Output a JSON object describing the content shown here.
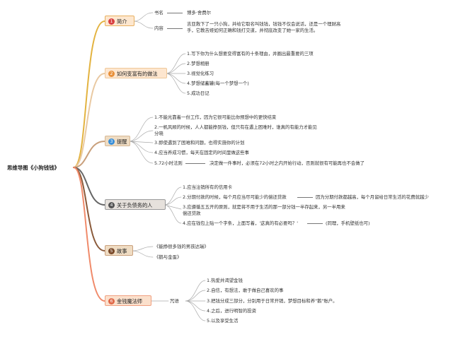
{
  "root": {
    "label": "思维导图《小狗钱钱》"
  },
  "branches": [
    {
      "label": "简介",
      "color": "#d94141",
      "fill": "#fde7cf",
      "items": [
        {
          "label": "书名",
          "value": "博多·舍费尔"
        },
        {
          "label": "内容",
          "value": "吉亚救下了一只小狗，并给它取名叫钱钱，钱钱不仅会说话，还是一个理财高手，它教吉娅如何正确和钱打交道，并彻底改变了她一家的生活。"
        }
      ]
    },
    {
      "label": "如何变富有的做法",
      "color": "#e8903a",
      "fill": "#fde6cf",
      "items": [
        "1.写下你为什么想要变得富有的十条理由，并圈出最重要的三项",
        "2.梦想相册",
        "3.视觉化练习",
        "4.梦想储蓄罐(每一个梦想一个)",
        "5.成功日记"
      ]
    },
    {
      "label": "提醒",
      "color": "#3a8fd8",
      "fill": "#efdcc3",
      "items": [
        "1.不能光靠着一份工作，因为它很可能比你预想中的更快结束",
        "2.一帆风顺的时候，人人都能挣到钱，但只有在遇上困难时，谁真的有能力才能见分晓",
        "3.即使遇到了困难和问题，也得实施你的计划",
        "4.应当养成习惯，每天在固定的时间里做这些事",
        "5.72小时法则"
      ],
      "rule_note": "决定做一件事时，必须在72小时之内开始行动，否则就很有可能再也不会做了"
    },
    {
      "label": "关于负债务的人",
      "color": "#555555",
      "fill": "#e6e1dc",
      "items": [
        "1.应当注销所有的信用卡",
        "2.分期付款的时候，每个月应当尽可能少的偿还贷款",
        "3.应遵循五五开的原则，就是将不用于生活的那一部分钱一半存起来，另一半用来偿还贷款",
        "4.应在钱包上贴一个字条，上面写着，'这真的有必要吗？'"
      ],
      "note_2": "因为分期付款都越高，每个月留给日常生活的花费就越少",
      "note_4": "(同理，手机壁纸也可)"
    },
    {
      "label": "故事",
      "color": "#7a4a2a",
      "fill": "#efdcc3",
      "items": [
        "《能挣很多钱的男孩达瑞》",
        "《鹅与金蛋》"
      ]
    },
    {
      "label": "金钱魔法师",
      "color": "#e06a4a",
      "fill": "#fbe0cc",
      "sub_label": "咒语",
      "items": [
        "1.热爱并渴望金钱",
        "2.自信，有想法，敢于做自己喜欢的事",
        "3.把钱分成三部分，分别用于日常开销，梦想目标和养\"鹅\"账户。",
        "4.之后，进行明智的投资",
        "5.以及享受生活"
      ]
    }
  ]
}
